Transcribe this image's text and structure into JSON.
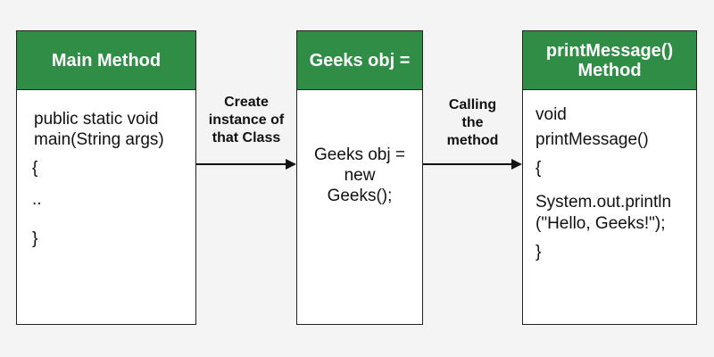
{
  "boxes": {
    "main": {
      "header": "Main Method",
      "line1": "public static void",
      "line2": "main(String args)",
      "line3": "{",
      "line4": "..",
      "line5": "}"
    },
    "geeks": {
      "header": "Geeks obj =",
      "line1": "Geeks obj =",
      "line2": "new",
      "line3": "Geeks();"
    },
    "print": {
      "header_line1": "printMessage()",
      "header_line2": "Method",
      "line1": "void",
      "line2": "printMessage()",
      "line3": "{",
      "line4": "System.out.println",
      "line5": "(\"Hello, Geeks!\");",
      "line6": "}"
    }
  },
  "arrows": {
    "create": {
      "line1": "Create",
      "line2": "instance of",
      "line3": "that Class"
    },
    "calling": {
      "line1": "Calling",
      "line2": "the",
      "line3": "method"
    }
  },
  "colors": {
    "header_green": "#2f8d46",
    "background": "#f4f4f4"
  }
}
